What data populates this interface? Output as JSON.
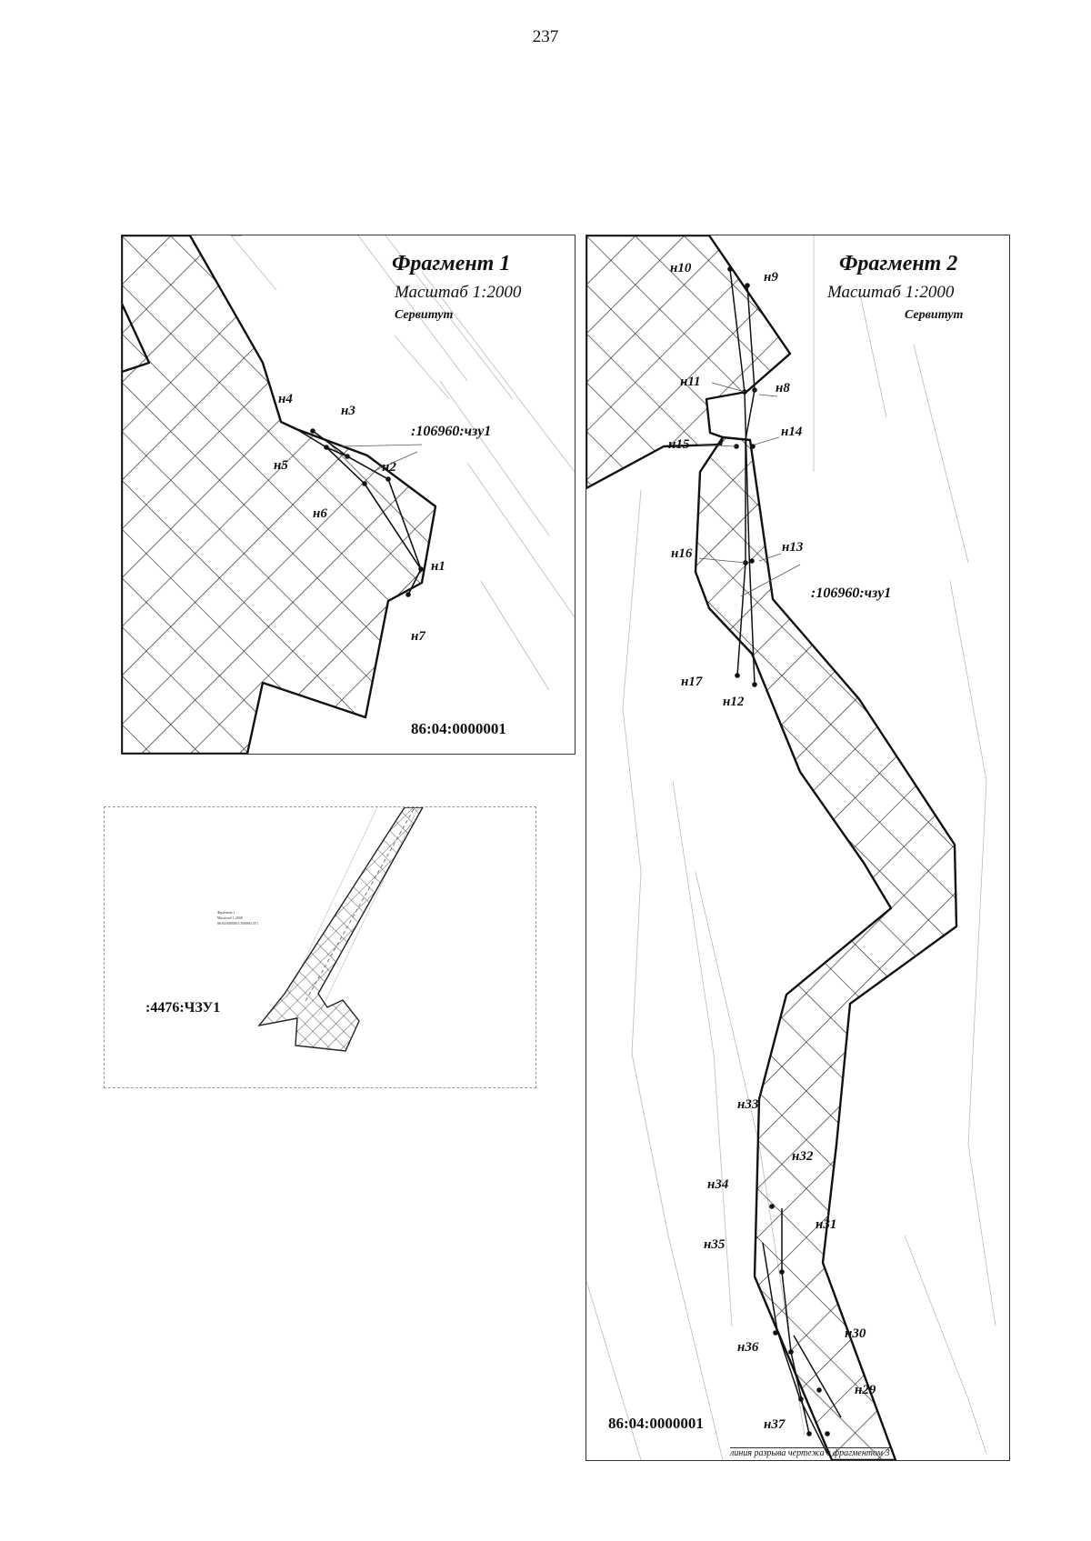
{
  "page": {
    "number": "237"
  },
  "fragment1": {
    "title": "Фрагмент 1",
    "scale": "Масштаб 1:2000",
    "layer": "Сервитут",
    "zone": ":106960:чзу1",
    "quarter": "86:04:0000001",
    "points": [
      "н1",
      "н2",
      "н3",
      "н4",
      "н5",
      "н6",
      "н7"
    ]
  },
  "fragment2": {
    "title": "Фрагмент 2",
    "scale": "Масштаб 1:2000",
    "layer": "Сервитут",
    "zone": ":106960:чзу1",
    "quarter": "86:04:0000001",
    "break_note": "линия разрыва чертежа с фрагментом 3",
    "points": [
      "н8",
      "н9",
      "н10",
      "н11",
      "н12",
      "н13",
      "н14",
      "н15",
      "н16",
      "н17",
      "н29",
      "н30",
      "н31",
      "н32",
      "н33",
      "н34",
      "н35",
      "н36",
      "н37"
    ]
  },
  "overview": {
    "label": ":4476:ЧЗУ1",
    "tiny_lines": [
      "Фрагмент 1",
      "Масштаб 1:2000",
      "86:04:0000001:106960:ЗУ1"
    ]
  }
}
